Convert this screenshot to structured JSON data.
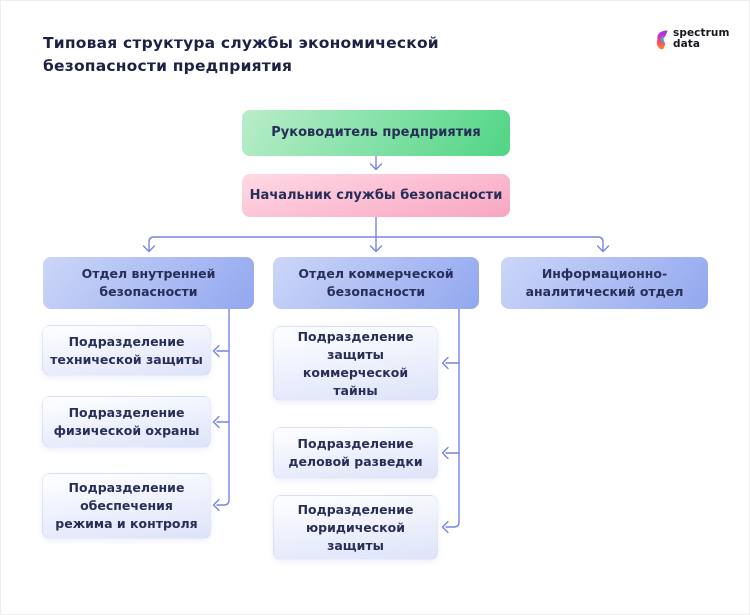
{
  "page": {
    "title": "Типовая структура службы экономической\nбезопасности предприятия"
  },
  "logo": {
    "text": "spectrum\ndata"
  },
  "colors": {
    "title-text": "#1c2244",
    "node-text": "#272e58",
    "connector": "#7585e4",
    "green-light": "#b9edca",
    "green-dark": "#50d585",
    "pink-light": "#ffd9e4",
    "pink-dark": "#f8a6c2",
    "blue-light": "#ccd6f8",
    "blue-dark": "#92a7ef",
    "sub-light": "#fbfcff",
    "sub-dark": "#dde3f9"
  },
  "org": {
    "root": {
      "label": "Руководитель предприятия"
    },
    "chief": {
      "label": "Начальник службы безопасности"
    },
    "departments": [
      {
        "label": "Отдел внутренней\nбезопасности"
      },
      {
        "label": "Отдел коммерческой\nбезопасности"
      },
      {
        "label": "Информационно-\nаналитический отдел"
      }
    ],
    "subunits_internal": [
      {
        "label": "Подразделение\nтехнической защиты"
      },
      {
        "label": "Подразделение\nфизической охраны"
      },
      {
        "label": "Подразделение\nобеспечения\nрежима и контроля"
      }
    ],
    "subunits_commercial": [
      {
        "label": "Подразделение\nзащиты\nкоммерческой\nтайны"
      },
      {
        "label": "Подразделение\nделовой разведки"
      },
      {
        "label": "Подразделение\nюридической\nзащиты"
      }
    ]
  }
}
